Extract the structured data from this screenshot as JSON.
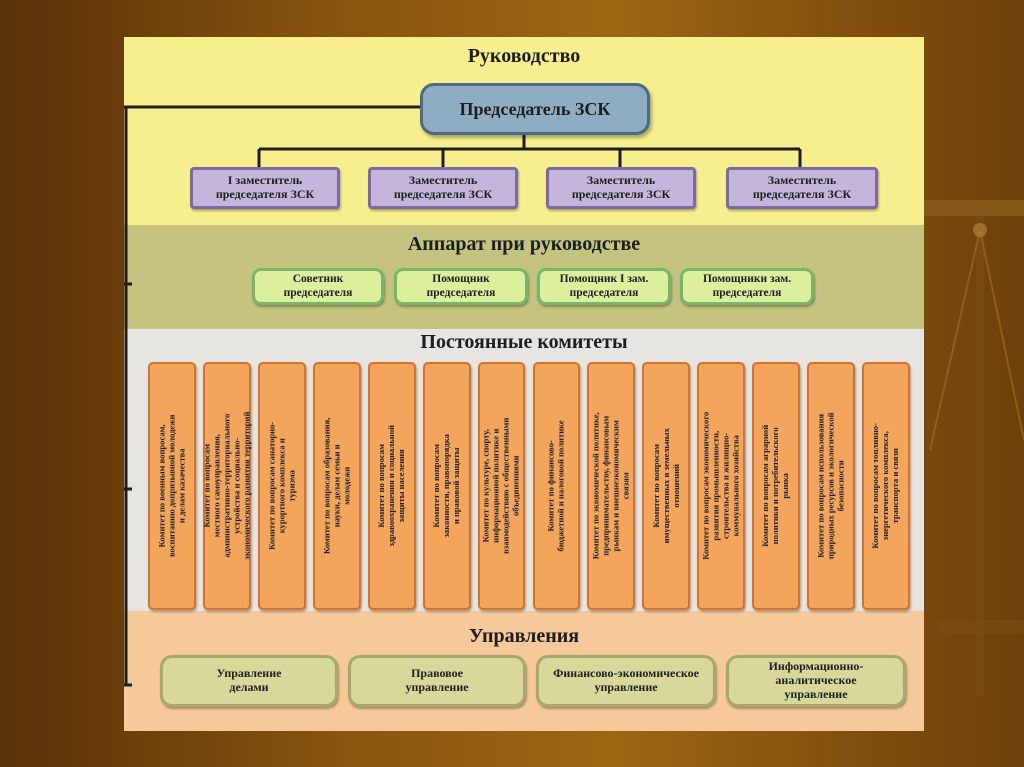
{
  "sections": {
    "leadership": "Руководство",
    "apparatus": "Аппарат при руководстве",
    "committees": "Постоянные комитеты",
    "departments": "Управления"
  },
  "chairman": "Председатель ЗСК",
  "deputies": [
    {
      "line1": "I заместитель",
      "line2": "председателя ЗСК"
    },
    {
      "line1": "Заместитель",
      "line2": "председателя ЗСК"
    },
    {
      "line1": "Заместитель",
      "line2": "председателя ЗСК"
    },
    {
      "line1": "Заместитель",
      "line2": "председателя ЗСК"
    }
  ],
  "apparatus_items": [
    {
      "line1": "Советник",
      "line2": "председателя"
    },
    {
      "line1": "Помощник",
      "line2": "председателя"
    },
    {
      "line1": "Помощник I зам.",
      "line2": "председателя"
    },
    {
      "line1": "Помощники зам.",
      "line2": "председателя"
    }
  ],
  "committees": [
    {
      "lines": [
        "Комитет по военным вопросам,",
        "воспитанию допризывной молодежи",
        "и делам казачества"
      ]
    },
    {
      "lines": [
        "Комитет по вопросам",
        "местного самоуправления,",
        "административно-территориального",
        "устройства и социально-",
        "экономического развития территорий"
      ]
    },
    {
      "lines": [
        "Комитет по вопросам санаторно-",
        "курортного комплекса и",
        "туризма"
      ]
    },
    {
      "lines": [
        "Комитет по вопросам образования,",
        "науки, делам семьи и",
        "молодежи"
      ]
    },
    {
      "lines": [
        "Комитет по вопросам",
        "здравоохранения и социальной",
        "защиты населения"
      ]
    },
    {
      "lines": [
        "Комитет по вопросам",
        "законности, правопорядка",
        "и правовой защиты"
      ]
    },
    {
      "lines": [
        "Комитет по культуре, спорту,",
        "информационной политике и",
        "взаимодействию с общественными",
        "объединениями"
      ]
    },
    {
      "lines": [
        "Комитет по финансово-",
        "бюджетной и налоговой политике"
      ]
    },
    {
      "lines": [
        "Комитет по экономической политике,",
        "предпринимательству, финансовым",
        "рынкам и внешнеэкономическим",
        "связям"
      ]
    },
    {
      "lines": [
        "Комитет по вопросам",
        "имущественных и земельных",
        "отношений"
      ]
    },
    {
      "lines": [
        "Комитет по вопросам экономического",
        "развития промышленности,",
        "строительства и жилищно-",
        "коммунального хозяйства"
      ]
    },
    {
      "lines": [
        "Комитет по вопросам аграрной",
        "политики и потребительского",
        "рынка"
      ]
    },
    {
      "lines": [
        "Комитет по вопросам использования",
        "природных ресурсов и экологической",
        "безопасности"
      ]
    },
    {
      "lines": [
        "Комитет по вопросам топливно-",
        "энергетического комплекса,",
        "транспорта и связи"
      ]
    }
  ],
  "departments": [
    {
      "line1": "Управление",
      "line2": "делами"
    },
    {
      "line1": "Правовое",
      "line2": "управление"
    },
    {
      "line1": "Финансово-экономическое",
      "line2": "управление"
    },
    {
      "line1": "Информационно-",
      "line2": "аналитическое",
      "line3": "управление"
    }
  ],
  "colors": {
    "leadership_band": "#f7ef8e",
    "apparatus_band": "#c4c37f",
    "committees_band": "#e7e5e1",
    "departments_band": "#f5c999",
    "chairman_box": "#8eadc2",
    "deputy_box": "#c4b6db",
    "apparatus_box": "#dcef9c",
    "committee_box": "#f3a55c",
    "department_box": "#d7d899"
  }
}
